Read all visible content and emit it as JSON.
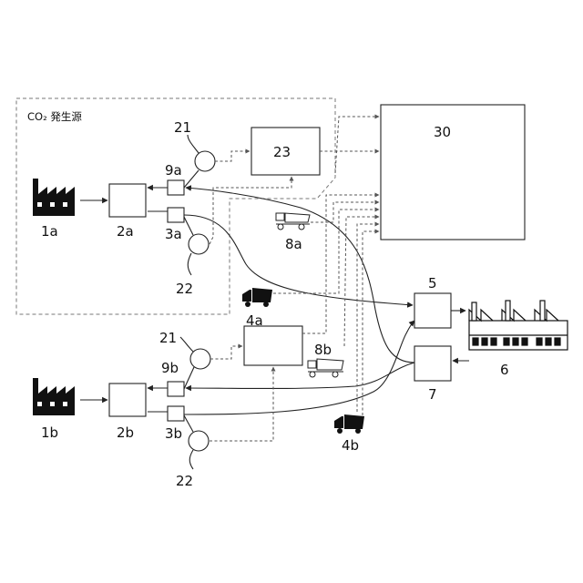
{
  "diagram": {
    "region_label": "CO₂ 発生源",
    "labels": {
      "source_a": "1a",
      "source_b": "1b",
      "unit_2a": "2a",
      "unit_2b": "2b",
      "valve_3a": "3a",
      "valve_3b": "3b",
      "truck_4a": "4a",
      "truck_4b": "4b",
      "node_5": "5",
      "factory_6": "6",
      "node_7": "7",
      "truck_8a": "8a",
      "truck_8b": "8b",
      "valve_9a": "9a",
      "valve_9b": "9b",
      "meter_21a": "21",
      "meter_21b": "21",
      "meter_22a": "22",
      "meter_22b": "22",
      "node_23": "23",
      "node_30": "30"
    }
  }
}
